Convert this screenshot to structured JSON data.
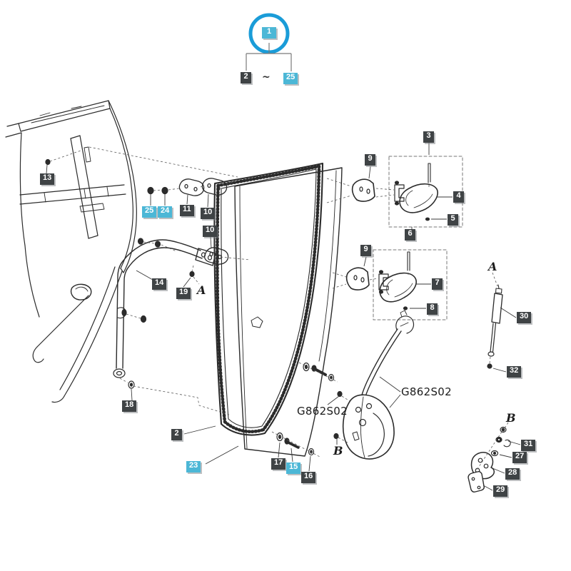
{
  "palette": {
    "accent_blue": "#1a9cd8",
    "label_dark_bg": "#3f4345",
    "label_cyan_bg": "#4cb7d6",
    "label_text": "#ffffff",
    "line_color": "#2b2b2b"
  },
  "assembly_callout": {
    "circled": "1",
    "range_start": "2",
    "range_separator": "~",
    "range_end": "25"
  },
  "part_labels": [
    {
      "id": "13",
      "text": "13",
      "variant": "dark"
    },
    {
      "id": "25",
      "text": "25",
      "variant": "cyan"
    },
    {
      "id": "24",
      "text": "24",
      "variant": "cyan"
    },
    {
      "id": "11",
      "text": "11",
      "variant": "dark"
    },
    {
      "id": "10a",
      "text": "10",
      "variant": "dark"
    },
    {
      "id": "10b",
      "text": "10",
      "variant": "dark"
    },
    {
      "id": "14",
      "text": "14",
      "variant": "dark"
    },
    {
      "id": "19",
      "text": "19",
      "variant": "dark"
    },
    {
      "id": "18",
      "text": "18",
      "variant": "dark"
    },
    {
      "id": "2",
      "text": "2",
      "variant": "dark"
    },
    {
      "id": "23",
      "text": "23",
      "variant": "cyan"
    },
    {
      "id": "17",
      "text": "17",
      "variant": "dark"
    },
    {
      "id": "15",
      "text": "15",
      "variant": "cyan"
    },
    {
      "id": "16",
      "text": "16",
      "variant": "dark"
    },
    {
      "id": "3",
      "text": "3",
      "variant": "dark"
    },
    {
      "id": "9a",
      "text": "9",
      "variant": "dark"
    },
    {
      "id": "4",
      "text": "4",
      "variant": "dark"
    },
    {
      "id": "5",
      "text": "5",
      "variant": "dark"
    },
    {
      "id": "6",
      "text": "6",
      "variant": "dark"
    },
    {
      "id": "9b",
      "text": "9",
      "variant": "dark"
    },
    {
      "id": "7",
      "text": "7",
      "variant": "dark"
    },
    {
      "id": "8",
      "text": "8",
      "variant": "dark"
    },
    {
      "id": "30",
      "text": "30",
      "variant": "dark"
    },
    {
      "id": "32",
      "text": "32",
      "variant": "dark"
    },
    {
      "id": "31",
      "text": "31",
      "variant": "dark"
    },
    {
      "id": "27",
      "text": "27",
      "variant": "dark"
    },
    {
      "id": "28",
      "text": "28",
      "variant": "dark"
    },
    {
      "id": "29",
      "text": "29",
      "variant": "dark"
    }
  ],
  "annotations": {
    "ref_left": "G862S02",
    "ref_right": "G862S02",
    "view_a_mid": "A",
    "view_a_strut": "A",
    "view_b_center": "B",
    "view_b_right": "B"
  }
}
